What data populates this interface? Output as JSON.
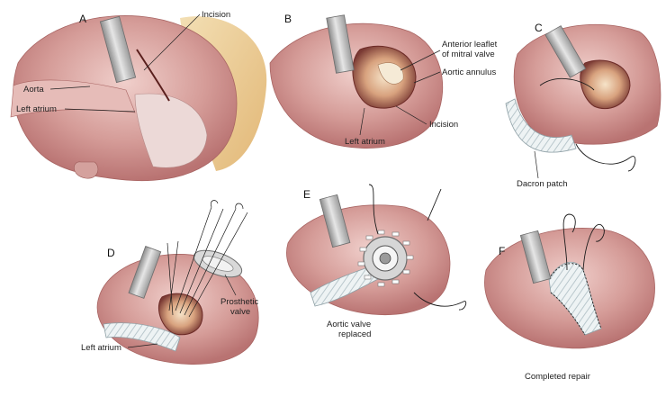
{
  "panels": {
    "A": {
      "letter": "A",
      "labels": {
        "incision": "Incision",
        "aorta": "Aorta",
        "left_atrium": "Left atrium"
      }
    },
    "B": {
      "letter": "B",
      "labels": {
        "anterior_leaflet_line1": "Anterior leaflet",
        "anterior_leaflet_line2": "of mitral valve",
        "aortic_annulus": "Aortic annulus",
        "incision": "Incision",
        "left_atrium": "Left atrium"
      }
    },
    "C": {
      "letter": "C",
      "labels": {
        "dacron_patch": "Dacron patch"
      }
    },
    "D": {
      "letter": "D",
      "labels": {
        "prosthetic_line1": "Prosthetic",
        "prosthetic_line2": "valve",
        "left_atrium": "Left atrium"
      }
    },
    "E": {
      "letter": "E",
      "labels": {
        "replaced_line1": "Aortic valve",
        "replaced_line2": "replaced"
      }
    },
    "F": {
      "letter": "F",
      "labels": {
        "completed_repair": "Completed repair"
      }
    }
  },
  "colors": {
    "tissue_light": "#f2d7d3",
    "tissue": "#d8a3a0",
    "tissue_dark": "#b8706e",
    "fat": "#ecd09a",
    "retractor": "#c9c9c9",
    "patch": "#e4ecee",
    "suture": "#1a1a1a"
  }
}
